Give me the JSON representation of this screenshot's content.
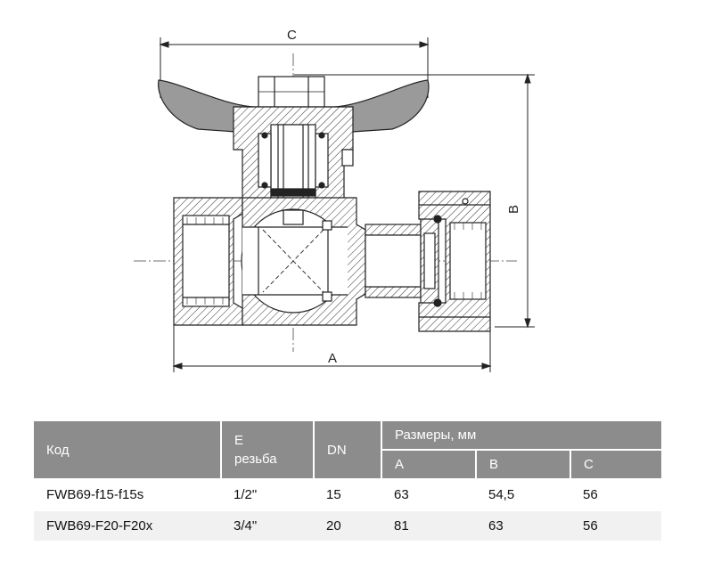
{
  "drawing": {
    "dimension_labels": {
      "a": "A",
      "b": "B",
      "c": "C"
    }
  },
  "table": {
    "headers": {
      "code": "Код",
      "e_line1": "E",
      "e_line2": "резьба",
      "dn": "DN",
      "dimensions": "Размеры, мм",
      "a": "A",
      "b": "B",
      "c": "C"
    },
    "rows": [
      {
        "code": "FWB69-f15-f15s",
        "thread": "1/2\"",
        "dn": "15",
        "a": "63",
        "b": "54,5",
        "c": "56"
      },
      {
        "code": "FWB69-F20-F20x",
        "thread": "3/4\"",
        "dn": "20",
        "a": "81",
        "b": "63",
        "c": "56"
      }
    ]
  }
}
